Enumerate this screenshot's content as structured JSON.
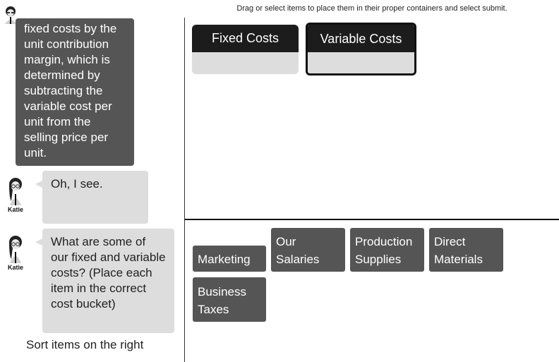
{
  "instruction": "Drag or select items to place them in their proper containers and select submit.",
  "chat": {
    "messages": [
      {
        "speaker": "",
        "style": "dark",
        "text": "fixed costs by the unit contribution margin, which is determined by subtracting the variable cost per unit from the selling price per unit."
      },
      {
        "speaker": "Katie",
        "style": "light",
        "text": "Oh, I see."
      },
      {
        "speaker": "Katie",
        "style": "light",
        "text": "What are some of our fixed and variable costs? (Place each item in the correct cost bucket)"
      }
    ],
    "hint": "Sort items on the right"
  },
  "buckets": [
    {
      "label": "Fixed Costs",
      "selected": false
    },
    {
      "label": "Variable Costs",
      "selected": true
    }
  ],
  "items": [
    {
      "label": "Marketing"
    },
    {
      "label": "Our Salaries"
    },
    {
      "label": "Production Supplies"
    },
    {
      "label": "Direct Materials"
    },
    {
      "label": "Business Taxes"
    }
  ],
  "icons": {
    "avatar": "person-avatar-icon"
  },
  "colors": {
    "bucket_header": "#1c1c1c",
    "chip": "#555555",
    "dark_bubble": "#555555",
    "light_bubble": "#dddddd"
  }
}
